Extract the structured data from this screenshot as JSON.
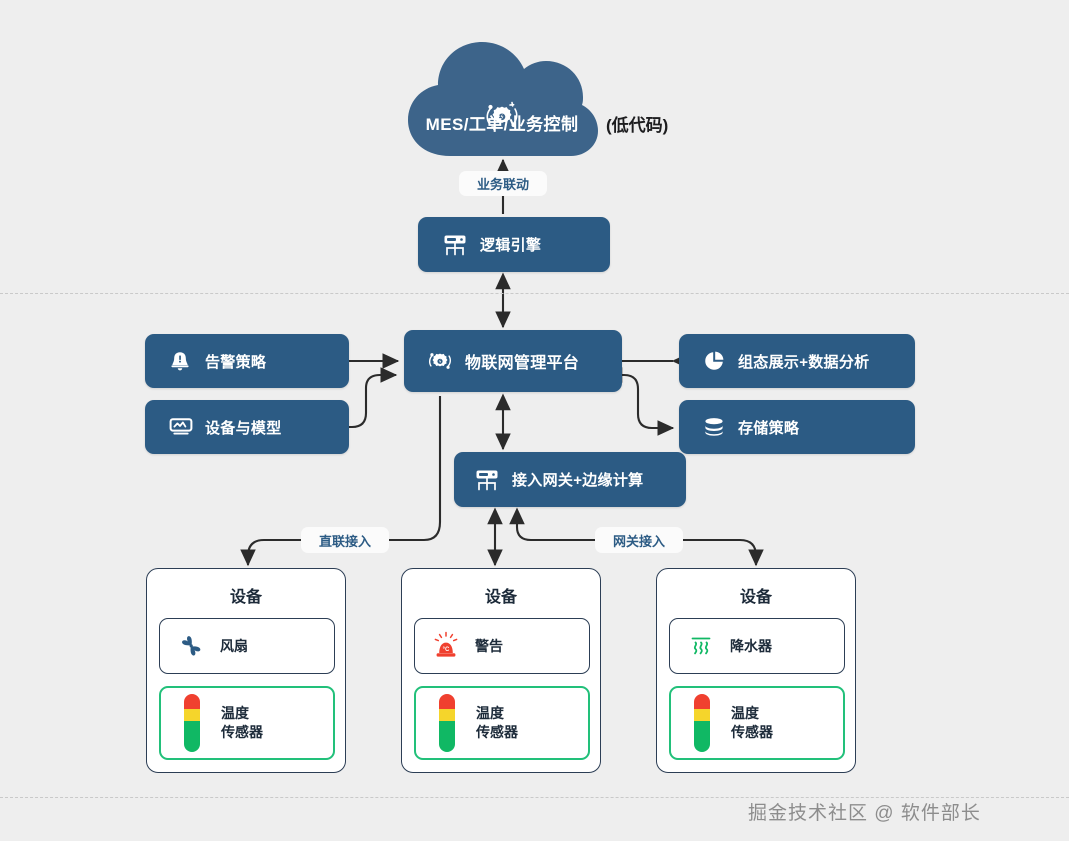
{
  "cloud": {
    "label": "MES/工单/业务控制",
    "icon": "iot-gear-icon",
    "side_note": "(低代码)",
    "color": "#3d648a"
  },
  "edges": {
    "business_link": "业务联动",
    "direct_access": "直联接入",
    "gateway_access": "网关接入"
  },
  "nodes": {
    "logic_engine": {
      "label": "逻辑引擎",
      "icon": "server-rack-icon"
    },
    "iot_platform": {
      "label": "物联网管理平台",
      "icon": "iot-gear-icon"
    },
    "alarm_policy": {
      "label": "告警策略",
      "icon": "bell-icon"
    },
    "device_model": {
      "label": "设备与模型",
      "icon": "device-chip-icon"
    },
    "scada_analytics": {
      "label": "组态展示+数据分析",
      "icon": "pie-chart-icon"
    },
    "storage_policy": {
      "label": "存储策略",
      "icon": "database-icon"
    },
    "edge_gateway": {
      "label": "接入网关+边缘计算",
      "icon": "server-rack-icon"
    }
  },
  "device_cards": [
    {
      "title": "设备",
      "items": [
        {
          "label": "风扇",
          "icon": "fan-icon",
          "highlight": false
        },
        {
          "label_line1": "温度",
          "label_line2": "传感器",
          "icon": "thermometer-bar-icon",
          "highlight": true
        }
      ]
    },
    {
      "title": "设备",
      "items": [
        {
          "label": "警告",
          "icon": "alarm-beacon-icon",
          "highlight": false
        },
        {
          "label_line1": "温度",
          "label_line2": "传感器",
          "icon": "thermometer-bar-icon",
          "highlight": true
        }
      ]
    },
    {
      "title": "设备",
      "items": [
        {
          "label": "降水器",
          "icon": "vapor-steam-icon",
          "highlight": false
        },
        {
          "label_line1": "温度",
          "label_line2": "传感器",
          "icon": "thermometer-bar-icon",
          "highlight": true
        }
      ]
    }
  ],
  "watermark": "掘金技术社区 @ 软件部长",
  "colors": {
    "node_blue": "#2c5b84",
    "cloud_blue": "#3d648a",
    "highlight_green": "#22c07a",
    "card_border": "#2c3e55",
    "background": "#eeeeee",
    "wire": "#2b2b2b",
    "chip_text": "#2c5b84"
  }
}
